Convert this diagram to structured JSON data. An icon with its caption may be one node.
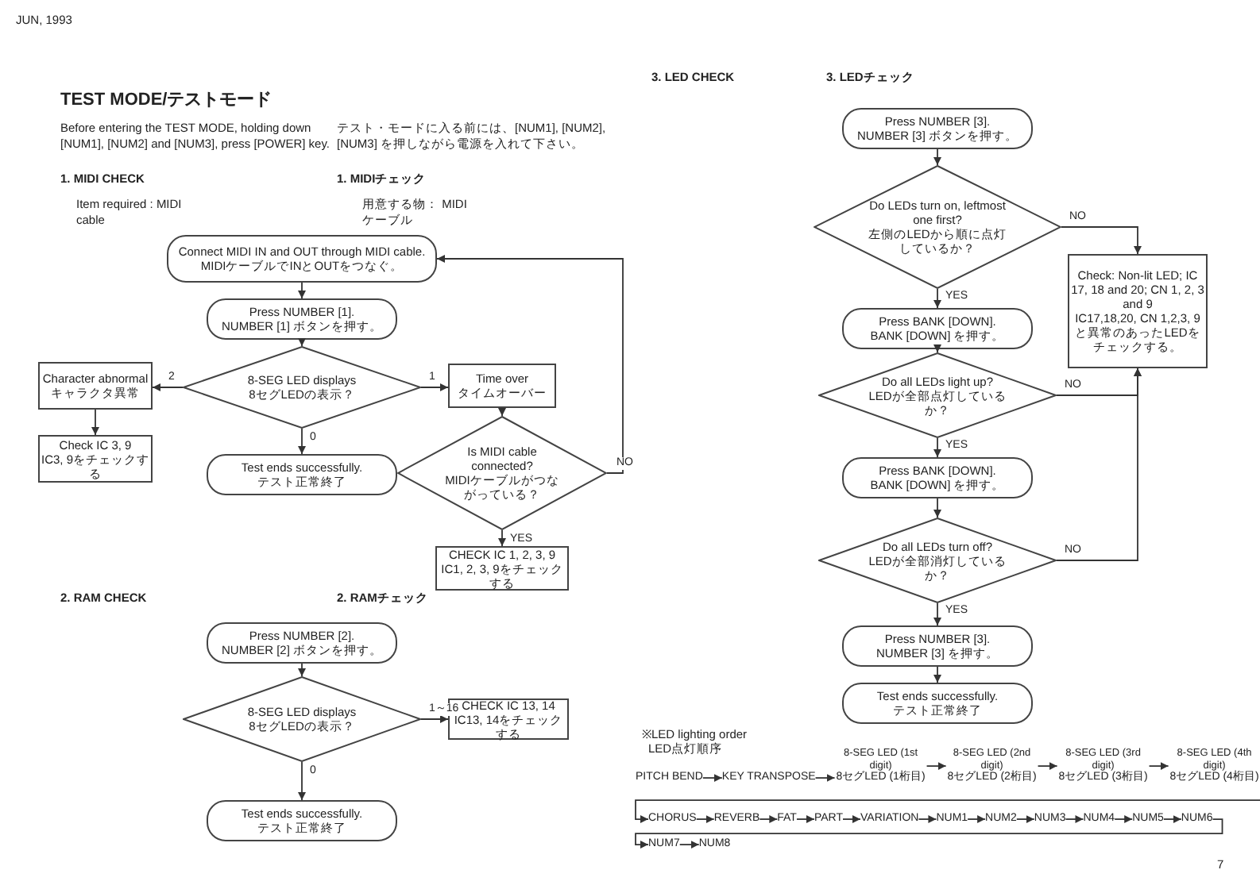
{
  "diagram": {
    "title": "TEST MODE/テストモード",
    "nodes": [
      {
        "text": [
          "Connect MIDI IN and OUT through MIDI cable.",
          "MIDIケーブルでINとOUTをつなぐ。"
        ]
      },
      {
        "text": [
          "Press NUMBER [1].",
          "NUMBER [1] ボタンを押す。"
        ]
      },
      {
        "text": [
          "8-SEG LED displays",
          "8セグLEDの表示？"
        ]
      },
      {
        "text": [
          "Character abnormal",
          "キャラクタ異常"
        ]
      },
      {
        "text": [
          "Check IC 3, 9",
          "IC3, 9をチェックする"
        ]
      },
      {
        "text": [
          "Test ends successfully.",
          "テスト正常終了"
        ]
      },
      {
        "text": [
          "Time over",
          "タイムオーバー"
        ]
      },
      {
        "text": [
          "Is MIDI cable connected?",
          "MIDIケーブルがつながっている？"
        ]
      },
      {
        "text": [
          "CHECK IC 1, 2, 3, 9",
          "IC1, 2, 3, 9をチェックする"
        ]
      },
      {
        "text": [
          "Press NUMBER [2].",
          "NUMBER [2] ボタンを押す。"
        ]
      },
      {
        "text": [
          "8-SEG LED displays",
          "8セグLEDの表示？"
        ]
      },
      {
        "text": [
          "CHECK IC 13, 14",
          "IC13, 14をチェックする"
        ]
      },
      {
        "text": [
          "Test ends successfully.",
          "テスト正常終了"
        ]
      },
      {
        "text": [
          "Press NUMBER [3].",
          "NUMBER [3] ボタンを押す。"
        ]
      },
      {
        "text": [
          "Do LEDs turn on, leftmost one first?",
          "左側のLEDから順に点灯しているか？"
        ]
      },
      {
        "text": [
          "Check: Non-lit LED; IC 17, 18 and 20; CN 1, 2, 3 and 9",
          "IC17,18,20, CN 1,2,3, 9と異常のあったLEDをチェックする。"
        ]
      },
      {
        "text": [
          "Press BANK [DOWN].",
          "BANK [DOWN] を押す。"
        ]
      },
      {
        "text": [
          "Do all LEDs light up?",
          "LEDが全部点灯しているか？"
        ]
      },
      {
        "text": [
          "Press BANK [DOWN].",
          "BANK [DOWN] を押す。"
        ]
      },
      {
        "text": [
          "Do all LEDs turn off?",
          "LEDが全部消灯しているか？"
        ]
      },
      {
        "text": [
          "Press NUMBER [3].",
          "NUMBER [3] を押す。"
        ]
      },
      {
        "text": [
          "Test ends successfully.",
          "テスト正常終了"
        ]
      },
      {
        "text": [
          "PITCH BEND"
        ]
      },
      {
        "text": [
          "KEY TRANSPOSE"
        ]
      },
      {
        "text": [
          "8セグLED (1桁目)"
        ],
        "beside": [
          "8-SEG LED (1st digit)"
        ]
      },
      {
        "text": [
          "8セグLED (2桁目)"
        ],
        "beside": [
          "8-SEG LED (2nd digit)"
        ]
      },
      {
        "text": [
          "8セグLED (3桁目)"
        ],
        "beside": [
          "8-SEG LED (3rd digit)"
        ]
      },
      {
        "text": [
          "8セグLED (4桁目)"
        ],
        "beside": [
          "8-SEG LED (4th digit)"
        ]
      },
      {
        "text": [
          "CHORUS"
        ]
      },
      {
        "text": [
          "REVERB"
        ]
      },
      {
        "text": [
          "FAT"
        ]
      },
      {
        "text": [
          "PART"
        ]
      },
      {
        "text": [
          "VARIATION"
        ]
      },
      {
        "text": [
          "NUM1"
        ]
      },
      {
        "text": [
          "NUM2"
        ]
      },
      {
        "text": [
          "NUM3"
        ]
      },
      {
        "text": [
          "NUM4"
        ]
      },
      {
        "text": [
          "NUM5"
        ]
      },
      {
        "text": [
          "NUM6"
        ]
      },
      {
        "text": [
          "NUM7"
        ]
      },
      {
        "text": [
          "NUM8"
        ]
      }
    ],
    "edges": [
      {
        "from": 0,
        "to": 1,
        "arrow": "to"
      },
      {
        "from": 1,
        "to": 2,
        "arrow": "to"
      },
      {
        "from": 2,
        "to": 3,
        "arrow": "to",
        "label": "2"
      },
      {
        "from": 3,
        "to": 4,
        "arrow": "to"
      },
      {
        "from": 2,
        "to": 5,
        "arrow": "to",
        "label": "0"
      },
      {
        "from": 2,
        "to": 6,
        "arrow": "to",
        "label": "1"
      },
      {
        "from": 6,
        "to": 7,
        "arrow": "to"
      },
      {
        "from": 7,
        "to": 0,
        "arrow": "to",
        "label": "NO"
      },
      {
        "from": 7,
        "to": 8,
        "arrow": "to",
        "label": "YES"
      },
      {
        "from": 9,
        "to": 10,
        "arrow": "to"
      },
      {
        "from": 10,
        "to": 11,
        "arrow": "to",
        "label": "1～16"
      },
      {
        "from": 10,
        "to": 12,
        "arrow": "to",
        "label": "0"
      },
      {
        "from": 13,
        "to": 14,
        "arrow": "to"
      },
      {
        "from": 14,
        "to": 15,
        "arrow": "to",
        "label": "NO"
      },
      {
        "from": 14,
        "to": 16,
        "arrow": "to",
        "label": "YES"
      },
      {
        "from": 16,
        "to": 17,
        "arrow": "to"
      },
      {
        "from": 17,
        "to": 15,
        "arrow": "to",
        "label": "NO"
      },
      {
        "from": 17,
        "to": 18,
        "arrow": "to",
        "label": "YES"
      },
      {
        "from": 18,
        "to": 19,
        "arrow": "to"
      },
      {
        "from": 19,
        "to": 15,
        "arrow": "to",
        "label": "NO"
      },
      {
        "from": 19,
        "to": 20,
        "arrow": "to",
        "label": "YES"
      },
      {
        "from": 20,
        "to": 21,
        "arrow": "to"
      },
      {
        "from": 22,
        "to": 23,
        "arrow": "to"
      },
      {
        "from": 23,
        "to": 24,
        "arrow": "to"
      },
      {
        "from": 24,
        "to": 25,
        "arrow": "to"
      },
      {
        "from": 25,
        "to": 26,
        "arrow": "to"
      },
      {
        "from": 26,
        "to": 27,
        "arrow": "to"
      },
      {
        "from": 27,
        "to": 28,
        "arrow": "to"
      },
      {
        "from": 28,
        "to": 29,
        "arrow": "to"
      },
      {
        "from": 29,
        "to": 30,
        "arrow": "to"
      },
      {
        "from": 30,
        "to": 31,
        "arrow": "to"
      },
      {
        "from": 31,
        "to": 32,
        "arrow": "to"
      },
      {
        "from": 32,
        "to": 33,
        "arrow": "to"
      },
      {
        "from": 33,
        "to": 34,
        "arrow": "to"
      },
      {
        "from": 34,
        "to": 35,
        "arrow": "to"
      },
      {
        "from": 35,
        "to": 36,
        "arrow": "to"
      },
      {
        "from": 36,
        "to": 37,
        "arrow": "to"
      },
      {
        "from": 37,
        "to": 38,
        "arrow": "to"
      },
      {
        "from": 38,
        "to": 39,
        "arrow": "to"
      },
      {
        "from": 39,
        "to": 40,
        "arrow": "to"
      }
    ],
    "labels": [
      "JUN, 1993",
      "Before entering the TEST MODE, holding down [NUM1], [NUM2] and [NUM3], press [POWER] key.",
      "テスト・モードに入る前には、[NUM1], [NUM2], [NUM3] を押しながら電源を入れて下さい。",
      "1. MIDI CHECK",
      "1. MIDIチェック",
      "Item required : MIDI cable",
      "用意する物： MIDIケーブル",
      "2. RAM CHECK",
      "2. RAMチェック",
      "3. LED CHECK",
      "3. LEDチェック",
      "※LED lighting order",
      "LED点灯順序",
      "7"
    ]
  }
}
